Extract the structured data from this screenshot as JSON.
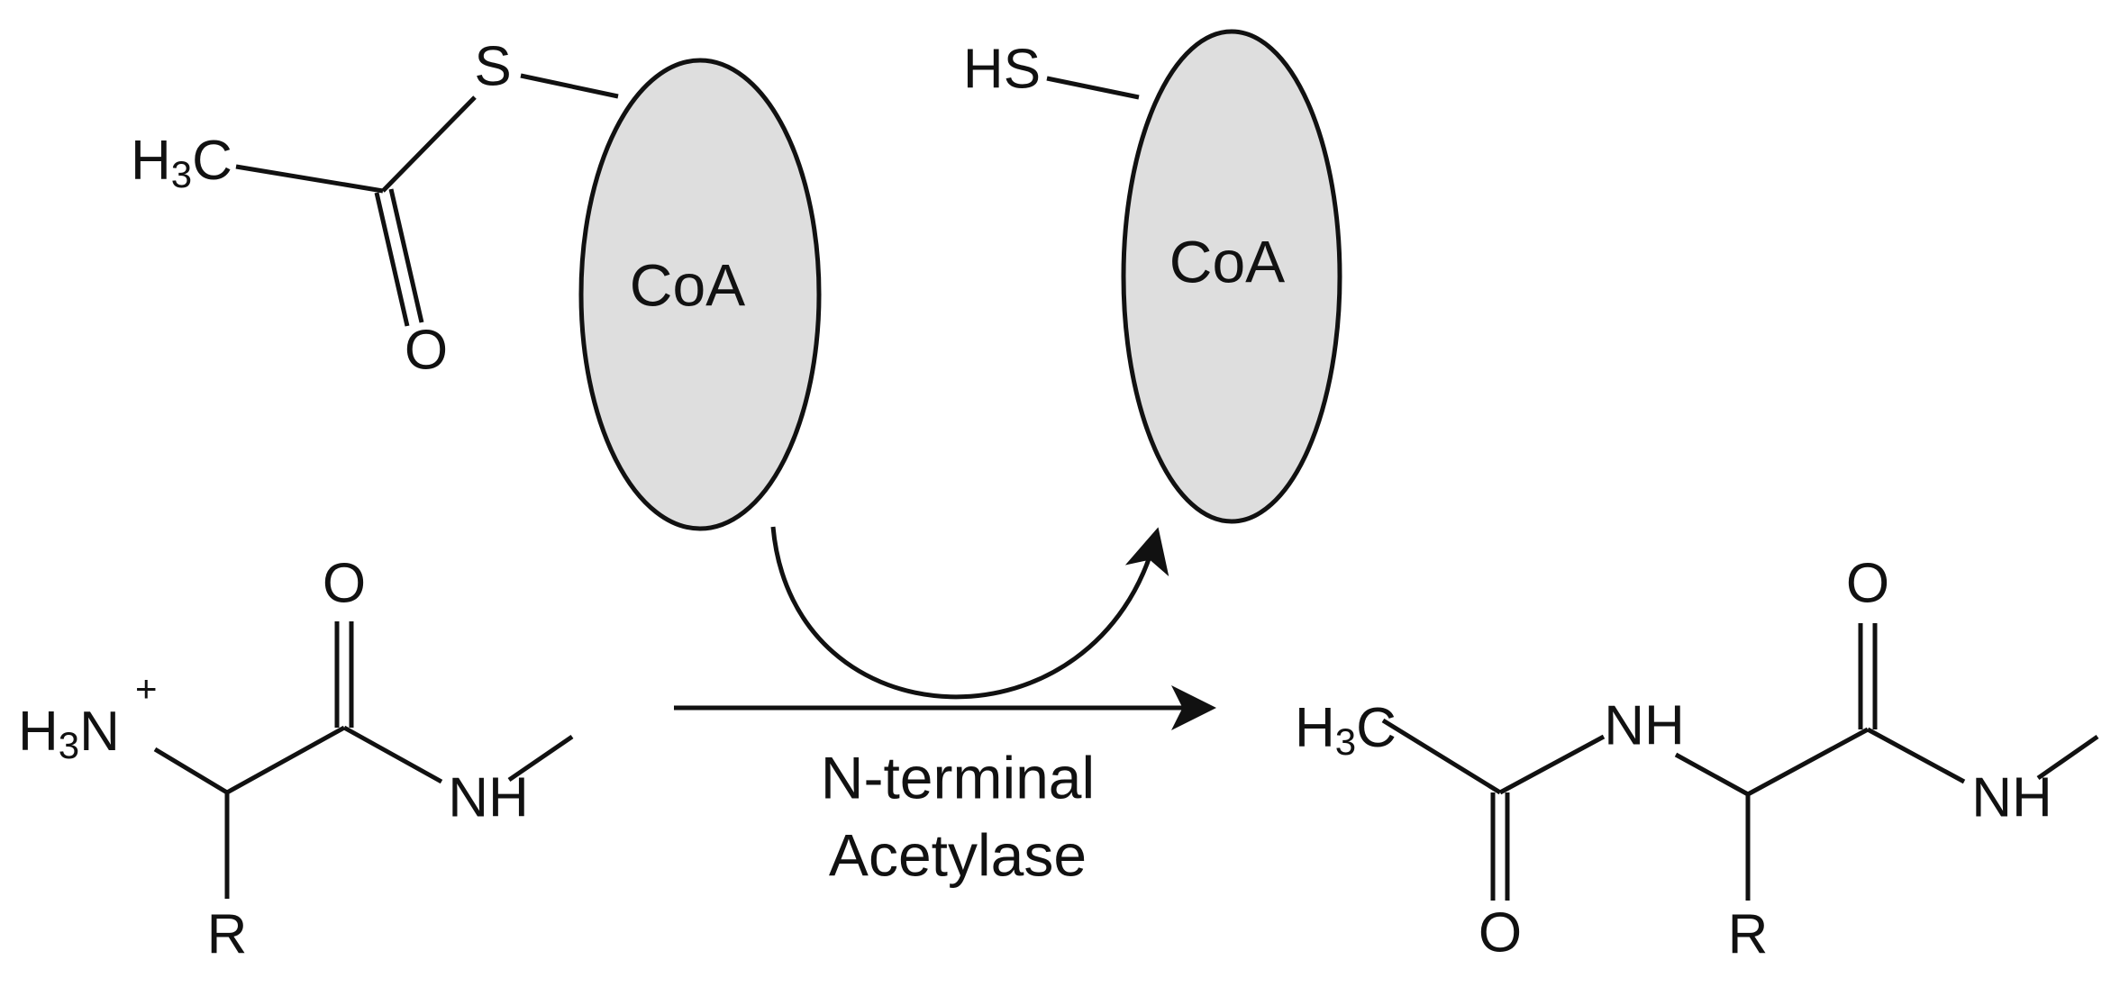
{
  "colors": {
    "ink": "#111111",
    "coa_fill": "#dedede",
    "background": "#ffffff"
  },
  "acetyl_coa": {
    "coa_label": "CoA",
    "sulfur": "S",
    "methyl_main": "H",
    "methyl_sub": "3",
    "methyl_tail": "C",
    "carbonyl_oxygen": "O"
  },
  "free_coa": {
    "coa_label": "CoA",
    "thiol": "HS"
  },
  "substrate": {
    "amine_main": "H",
    "amine_sub": "3",
    "amine_tail": "N",
    "charge": "+",
    "carbonyl_oxygen": "O",
    "amide": "NH",
    "side_chain": "R"
  },
  "enzyme": {
    "line1": "N-terminal",
    "line2": "Acetylase"
  },
  "product": {
    "methyl_main": "H",
    "methyl_sub": "3",
    "methyl_tail": "C",
    "acetyl_oxygen": "O",
    "amine": "NH",
    "side_chain": "R",
    "carbonyl_oxygen": "O",
    "amide": "NH"
  }
}
